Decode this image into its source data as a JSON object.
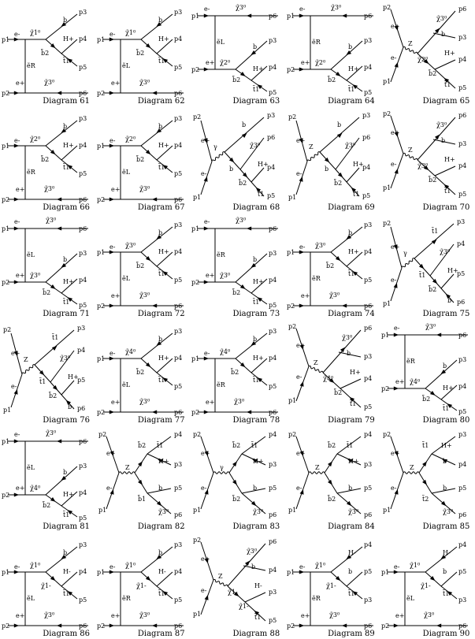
{
  "diagrams": [
    {
      "caption": "Diagram 61",
      "topo": "A",
      "labels": {
        "L1": "p1",
        "L2": "p2",
        "L3": "p3",
        "L4": "p4",
        "L5": "p5",
        "L6": "p6",
        "a": "e-",
        "b": "e+",
        "c": "ẽR",
        "d": "χ̃1⁰",
        "e": "b̃2",
        "f": "χ̃3⁰",
        "g": "b",
        "h": "H+",
        "i": "t̃1"
      }
    },
    {
      "caption": "Diagram 62",
      "topo": "A",
      "labels": {
        "L1": "p1",
        "L2": "p2",
        "L3": "p3",
        "L4": "p4",
        "L5": "p5",
        "L6": "p6",
        "a": "e-",
        "b": "e+",
        "c": "ẽL",
        "d": "χ̃1⁰",
        "e": "b̃2",
        "f": "χ̃3⁰",
        "g": "b",
        "h": "H+",
        "i": "t̃1"
      }
    },
    {
      "caption": "Diagram 63",
      "topo": "B",
      "labels": {
        "L1": "p1",
        "L2": "p2",
        "L3": "p3",
        "L4": "p4",
        "L5": "p5",
        "L6": "p6",
        "a": "e-",
        "b": "e+",
        "c": "ẽL",
        "d": "χ̃2⁰",
        "e": "b̃2",
        "f": "χ̃3⁰",
        "g": "b",
        "h": "H+",
        "i": "t̃1"
      }
    },
    {
      "caption": "Diagram 64",
      "topo": "B",
      "labels": {
        "L1": "p1",
        "L2": "p2",
        "L3": "p3",
        "L4": "p4",
        "L5": "p5",
        "L6": "p6",
        "a": "e-",
        "b": "e+",
        "c": "ẽR",
        "d": "χ̃2⁰",
        "e": "b̃2",
        "f": "χ̃3⁰",
        "g": "b",
        "h": "H+",
        "i": "t̃1"
      }
    },
    {
      "caption": "Diagram 65",
      "topo": "C",
      "labels": {
        "L1": "p2",
        "L2": "p1",
        "L3": "p6",
        "L4": "p3",
        "L5": "p4",
        "L6": "p5",
        "a": "e+",
        "b": "e-",
        "c": "Z",
        "d": "χ̃2⁰",
        "e": "b̃2",
        "f": "χ̃3⁰",
        "g": "b",
        "h": "H+",
        "i": "t̃1"
      }
    },
    {
      "caption": "Diagram 66",
      "topo": "A",
      "labels": {
        "L1": "p1",
        "L2": "p2",
        "L3": "p3",
        "L4": "p4",
        "L5": "p5",
        "L6": "p6",
        "a": "e-",
        "b": "e+",
        "c": "ẽR",
        "d": "χ̃2⁰",
        "e": "b̃2",
        "f": "χ̃3⁰",
        "g": "b",
        "h": "H+",
        "i": "t̃1"
      }
    },
    {
      "caption": "Diagram 67",
      "topo": "A",
      "labels": {
        "L1": "p1",
        "L2": "p2",
        "L3": "p3",
        "L4": "p4",
        "L5": "p5",
        "L6": "p6",
        "a": "e-",
        "b": "e+",
        "c": "ẽL",
        "d": "χ̃2⁰",
        "e": "b̃2",
        "f": "χ̃3⁰",
        "g": "b",
        "h": "H+",
        "i": "t̃1"
      }
    },
    {
      "caption": "Diagram 68",
      "topo": "D",
      "labels": {
        "L1": "p2",
        "L2": "p1",
        "L3": "p3",
        "L4": "p6",
        "L5": "p4",
        "L6": "p5",
        "a": "e+",
        "b": "e-",
        "c": "γ",
        "d": "b",
        "e": "b̃2",
        "f": "χ̃3⁰",
        "g": "b",
        "h": "H+",
        "i": "t̃1"
      }
    },
    {
      "caption": "Diagram 69",
      "topo": "D",
      "labels": {
        "L1": "p2",
        "L2": "p1",
        "L3": "p3",
        "L4": "p6",
        "L5": "p4",
        "L6": "p5",
        "a": "e+",
        "b": "e-",
        "c": "Z",
        "d": "b",
        "e": "b̃2",
        "f": "χ̃3⁰",
        "g": "b",
        "h": "H+",
        "i": "t̃1"
      }
    },
    {
      "caption": "Diagram 70",
      "topo": "C",
      "labels": {
        "L1": "p2",
        "L2": "p1",
        "L3": "p6",
        "L4": "p3",
        "L5": "p4",
        "L6": "p5",
        "a": "e+",
        "b": "e-",
        "c": "Z",
        "d": "χ̃3⁰",
        "e": "b̃2",
        "f": "χ̃3⁰",
        "g": "b",
        "h": "H+",
        "i": "t̃1"
      }
    },
    {
      "caption": "Diagram 71",
      "topo": "B",
      "labels": {
        "L1": "p1",
        "L2": "p2",
        "L3": "p3",
        "L4": "p4",
        "L5": "p5",
        "L6": "p6",
        "a": "e-",
        "b": "e+",
        "c": "ẽL",
        "d": "χ̃3⁰",
        "e": "b̃2",
        "f": "χ̃3⁰",
        "g": "b",
        "h": "H+",
        "i": "t̃1"
      }
    },
    {
      "caption": "Diagram 72",
      "topo": "A",
      "labels": {
        "L1": "p1",
        "L2": "p2",
        "L3": "p3",
        "L4": "p4",
        "L5": "p5",
        "L6": "p6",
        "a": "e-",
        "b": "e+",
        "c": "ẽL",
        "d": "χ̃3⁰",
        "e": "b̃2",
        "f": "χ̃3⁰",
        "g": "b",
        "h": "H+",
        "i": "t̃1"
      }
    },
    {
      "caption": "Diagram 73",
      "topo": "B",
      "labels": {
        "L1": "p1",
        "L2": "p2",
        "L3": "p3",
        "L4": "p4",
        "L5": "p5",
        "L6": "p6",
        "a": "e-",
        "b": "e+",
        "c": "ẽR",
        "d": "χ̃3⁰",
        "e": "b̃2",
        "f": "χ̃3⁰",
        "g": "b",
        "h": "H+",
        "i": "t̃1"
      }
    },
    {
      "caption": "Diagram 74",
      "topo": "A",
      "labels": {
        "L1": "p1",
        "L2": "p2",
        "L3": "p3",
        "L4": "p4",
        "L5": "p5",
        "L6": "p6",
        "a": "e-",
        "b": "e+",
        "c": "ẽR",
        "d": "χ̃3⁰",
        "e": "b̃2",
        "f": "χ̃3⁰",
        "g": "b",
        "h": "H+",
        "i": "t̃1"
      }
    },
    {
      "caption": "Diagram 75",
      "topo": "D",
      "labels": {
        "L1": "p2",
        "L2": "p1",
        "L3": "p3",
        "L4": "p4",
        "L5": "p5",
        "L6": "p6",
        "a": "e+",
        "b": "e-",
        "c": "γ",
        "d": "t̃1",
        "e": "b̃2",
        "f": "χ̃3⁰",
        "g": "t̃1",
        "h": "H+",
        "i": "b"
      }
    },
    {
      "caption": "Diagram 76",
      "topo": "D",
      "labels": {
        "L1": "p2",
        "L2": "p1",
        "L3": "p3",
        "L4": "p4",
        "L5": "p5",
        "L6": "p6",
        "a": "e+",
        "b": "e-",
        "c": "Z",
        "d": "t̃1",
        "e": "b̃2",
        "f": "χ̃3⁰",
        "g": "t̃1",
        "h": "H+",
        "i": "b"
      }
    },
    {
      "caption": "Diagram 77",
      "topo": "A",
      "labels": {
        "L1": "p1",
        "L2": "p2",
        "L3": "p3",
        "L4": "p4",
        "L5": "p5",
        "L6": "p6",
        "a": "e-",
        "b": "e+",
        "c": "ẽL",
        "d": "χ̃4⁰",
        "e": "b̃2",
        "f": "χ̃3⁰",
        "g": "b",
        "h": "H+",
        "i": "t̃1"
      }
    },
    {
      "caption": "Diagram 78",
      "topo": "A",
      "labels": {
        "L1": "p1",
        "L2": "p2",
        "L3": "p3",
        "L4": "p4",
        "L5": "p5",
        "L6": "p6",
        "a": "e-",
        "b": "e+",
        "c": "ẽR",
        "d": "χ̃4⁰",
        "e": "b̃2",
        "f": "χ̃3⁰",
        "g": "b",
        "h": "H+",
        "i": "t̃1"
      }
    },
    {
      "caption": "Diagram 79",
      "topo": "C",
      "labels": {
        "L1": "p2",
        "L2": "p1",
        "L3": "p6",
        "L4": "p3",
        "L5": "p4",
        "L6": "p5",
        "a": "e+",
        "b": "e-",
        "c": "Z",
        "d": "χ̃4⁰",
        "e": "b̃2",
        "f": "χ̃3⁰",
        "g": "b",
        "h": "H+",
        "i": "t̃1"
      }
    },
    {
      "caption": "Diagram 80",
      "topo": "B",
      "labels": {
        "L1": "p1",
        "L2": "p2",
        "L3": "p3",
        "L4": "p4",
        "L5": "p5",
        "L6": "p6",
        "a": "e-",
        "b": "e+",
        "c": "ẽR",
        "d": "χ̃4⁰",
        "e": "b̃2",
        "f": "χ̃3⁰",
        "g": "b",
        "h": "H+",
        "i": "t̃1"
      }
    },
    {
      "caption": "Diagram 81",
      "topo": "B",
      "labels": {
        "L1": "p1",
        "L2": "p2",
        "L3": "p3",
        "L4": "p4",
        "L5": "p5",
        "L6": "p6",
        "a": "e-",
        "b": "e+",
        "c": "ẽL",
        "d": "χ̃4⁰",
        "e": "b̃2",
        "f": "χ̃3⁰",
        "g": "b",
        "h": "H+",
        "i": "t̃1"
      }
    },
    {
      "caption": "Diagram 82",
      "topo": "E",
      "labels": {
        "L1": "p2",
        "L2": "p1",
        "L3": "p4",
        "L4": "p3",
        "L5": "p5",
        "L6": "p6",
        "a": "e+",
        "b": "e-",
        "c": "Z",
        "d": "b̃2",
        "e": "b̃1",
        "f": "χ̃3⁰",
        "g": "t̃1",
        "h": "H+",
        "i": "b"
      }
    },
    {
      "caption": "Diagram 83",
      "topo": "E",
      "labels": {
        "L1": "p2",
        "L2": "p1",
        "L3": "p4",
        "L4": "p3",
        "L5": "p5",
        "L6": "p6",
        "a": "e+",
        "b": "e-",
        "c": "γ",
        "d": "b̃2",
        "e": "b̃2",
        "f": "χ̃3⁰",
        "g": "t̃1",
        "h": "H+",
        "i": "b"
      }
    },
    {
      "caption": "Diagram 84",
      "topo": "E",
      "labels": {
        "L1": "p2",
        "L2": "p1",
        "L3": "p4",
        "L4": "p3",
        "L5": "p5",
        "L6": "p6",
        "a": "e+",
        "b": "e-",
        "c": "Z",
        "d": "b̃2",
        "e": "b̃2",
        "f": "χ̃3⁰",
        "g": "t̃1",
        "h": "H+",
        "i": "b"
      }
    },
    {
      "caption": "Diagram 85",
      "topo": "E",
      "labels": {
        "L1": "p2",
        "L2": "p1",
        "L3": "p3",
        "L4": "p4",
        "L5": "p5",
        "L6": "p6",
        "a": "e+",
        "b": "e-",
        "c": "Z",
        "d": "t̃1",
        "e": "t̃2",
        "f": "χ̃3⁰",
        "g": "H+",
        "h": "b",
        "i": "b"
      }
    },
    {
      "caption": "Diagram 86",
      "topo": "A",
      "labels": {
        "L1": "p1",
        "L2": "p2",
        "L3": "p3",
        "L4": "p4",
        "L5": "p5",
        "L6": "p6",
        "a": "e-",
        "b": "e+",
        "c": "ẽL",
        "d": "χ̃1⁰",
        "e": "χ̃1-",
        "f": "χ̃3⁰",
        "g": "b",
        "h": "H-",
        "i": "t̃1"
      }
    },
    {
      "caption": "Diagram 87",
      "topo": "A",
      "labels": {
        "L1": "p1",
        "L2": "p2",
        "L3": "p3",
        "L4": "p4",
        "L5": "p5",
        "L6": "p6",
        "a": "e-",
        "b": "e+",
        "c": "ẽR",
        "d": "χ̃1⁰",
        "e": "χ̃1-",
        "f": "χ̃3⁰",
        "g": "b",
        "h": "H-",
        "i": "t̃1"
      }
    },
    {
      "caption": "Diagram 88",
      "topo": "C",
      "labels": {
        "L1": "p2",
        "L2": "p1",
        "L3": "p6",
        "L4": "p4",
        "L5": "p3",
        "L6": "p5",
        "a": "e+",
        "b": "e-",
        "c": "Z",
        "d": "χ̃1-",
        "e": "χ̃1-",
        "f": "χ̃3⁰",
        "g": "b",
        "h": "H-",
        "i": "t̃1"
      }
    },
    {
      "caption": "Diagram 89",
      "topo": "A",
      "labels": {
        "L1": "p1",
        "L2": "p2",
        "L3": "p4",
        "L4": "p5",
        "L5": "p3",
        "L6": "p6",
        "a": "e-",
        "b": "e+",
        "c": "ẽR",
        "d": "χ̃1⁰",
        "e": "χ̃1-",
        "f": "χ̃3⁰",
        "g": "H-",
        "h": "b",
        "i": "t̃1"
      }
    },
    {
      "caption": "Diagram 90",
      "topo": "A",
      "labels": {
        "L1": "p1",
        "L2": "p2",
        "L3": "p4",
        "L4": "p5",
        "L5": "p3",
        "L6": "p6",
        "a": "e-",
        "b": "e+",
        "c": "ẽL",
        "d": "χ̃1⁰",
        "e": "χ̃1-",
        "f": "χ̃3⁰",
        "g": "H-",
        "h": "b",
        "i": "t̃1"
      }
    }
  ]
}
